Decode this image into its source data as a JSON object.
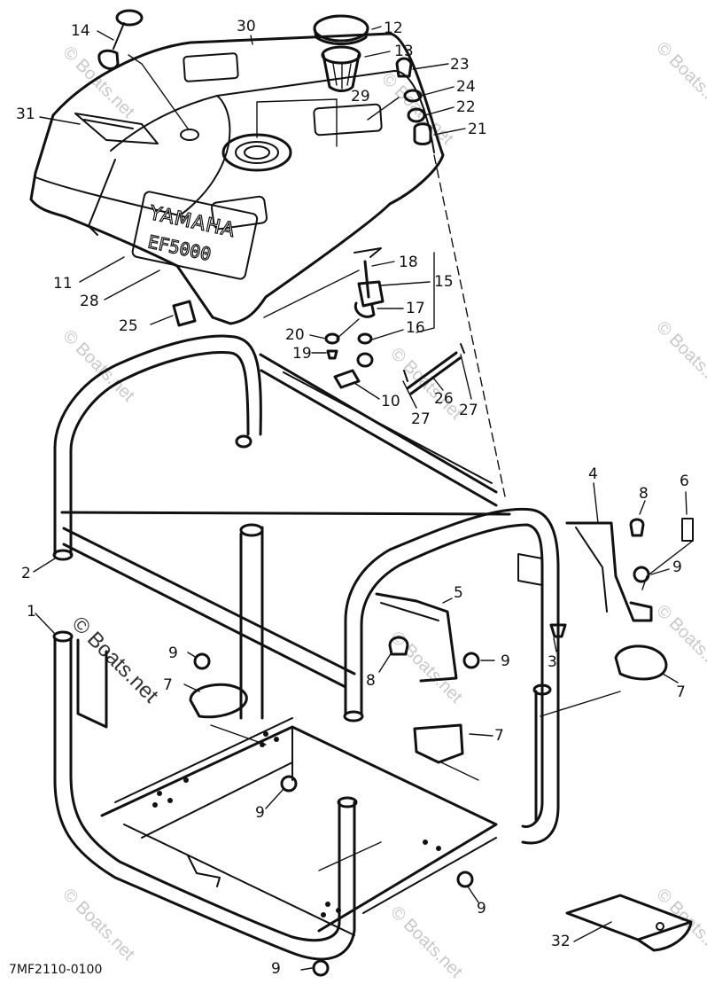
{
  "diagram": {
    "brand_plate": "YAMAHA",
    "model_plate": "EF5000",
    "drawing_code": "7MF2110-0100",
    "watermark": "© Boats.net",
    "callouts": [
      {
        "id": "c1",
        "label": "1"
      },
      {
        "id": "c2",
        "label": "2"
      },
      {
        "id": "c3",
        "label": "3"
      },
      {
        "id": "c4",
        "label": "4"
      },
      {
        "id": "c5",
        "label": "5"
      },
      {
        "id": "c6",
        "label": "6"
      },
      {
        "id": "c7a",
        "label": "7"
      },
      {
        "id": "c7b",
        "label": "7"
      },
      {
        "id": "c7c",
        "label": "7"
      },
      {
        "id": "c8a",
        "label": "8"
      },
      {
        "id": "c8b",
        "label": "8"
      },
      {
        "id": "c9a",
        "label": "9"
      },
      {
        "id": "c9b",
        "label": "9"
      },
      {
        "id": "c9c",
        "label": "9"
      },
      {
        "id": "c9d",
        "label": "9"
      },
      {
        "id": "c9e",
        "label": "9"
      },
      {
        "id": "c9f",
        "label": "9"
      },
      {
        "id": "c10",
        "label": "10"
      },
      {
        "id": "c11",
        "label": "11"
      },
      {
        "id": "c12",
        "label": "12"
      },
      {
        "id": "c13",
        "label": "13"
      },
      {
        "id": "c14",
        "label": "14"
      },
      {
        "id": "c15",
        "label": "15"
      },
      {
        "id": "c16",
        "label": "16"
      },
      {
        "id": "c17",
        "label": "17"
      },
      {
        "id": "c18",
        "label": "18"
      },
      {
        "id": "c19",
        "label": "19"
      },
      {
        "id": "c20",
        "label": "20"
      },
      {
        "id": "c21",
        "label": "21"
      },
      {
        "id": "c22",
        "label": "22"
      },
      {
        "id": "c23",
        "label": "23"
      },
      {
        "id": "c24",
        "label": "24"
      },
      {
        "id": "c25",
        "label": "25"
      },
      {
        "id": "c26",
        "label": "26"
      },
      {
        "id": "c27a",
        "label": "27"
      },
      {
        "id": "c27b",
        "label": "27"
      },
      {
        "id": "c28",
        "label": "28"
      },
      {
        "id": "c29",
        "label": "29"
      },
      {
        "id": "c30",
        "label": "30"
      },
      {
        "id": "c31",
        "label": "31"
      },
      {
        "id": "c32",
        "label": "32"
      }
    ]
  }
}
